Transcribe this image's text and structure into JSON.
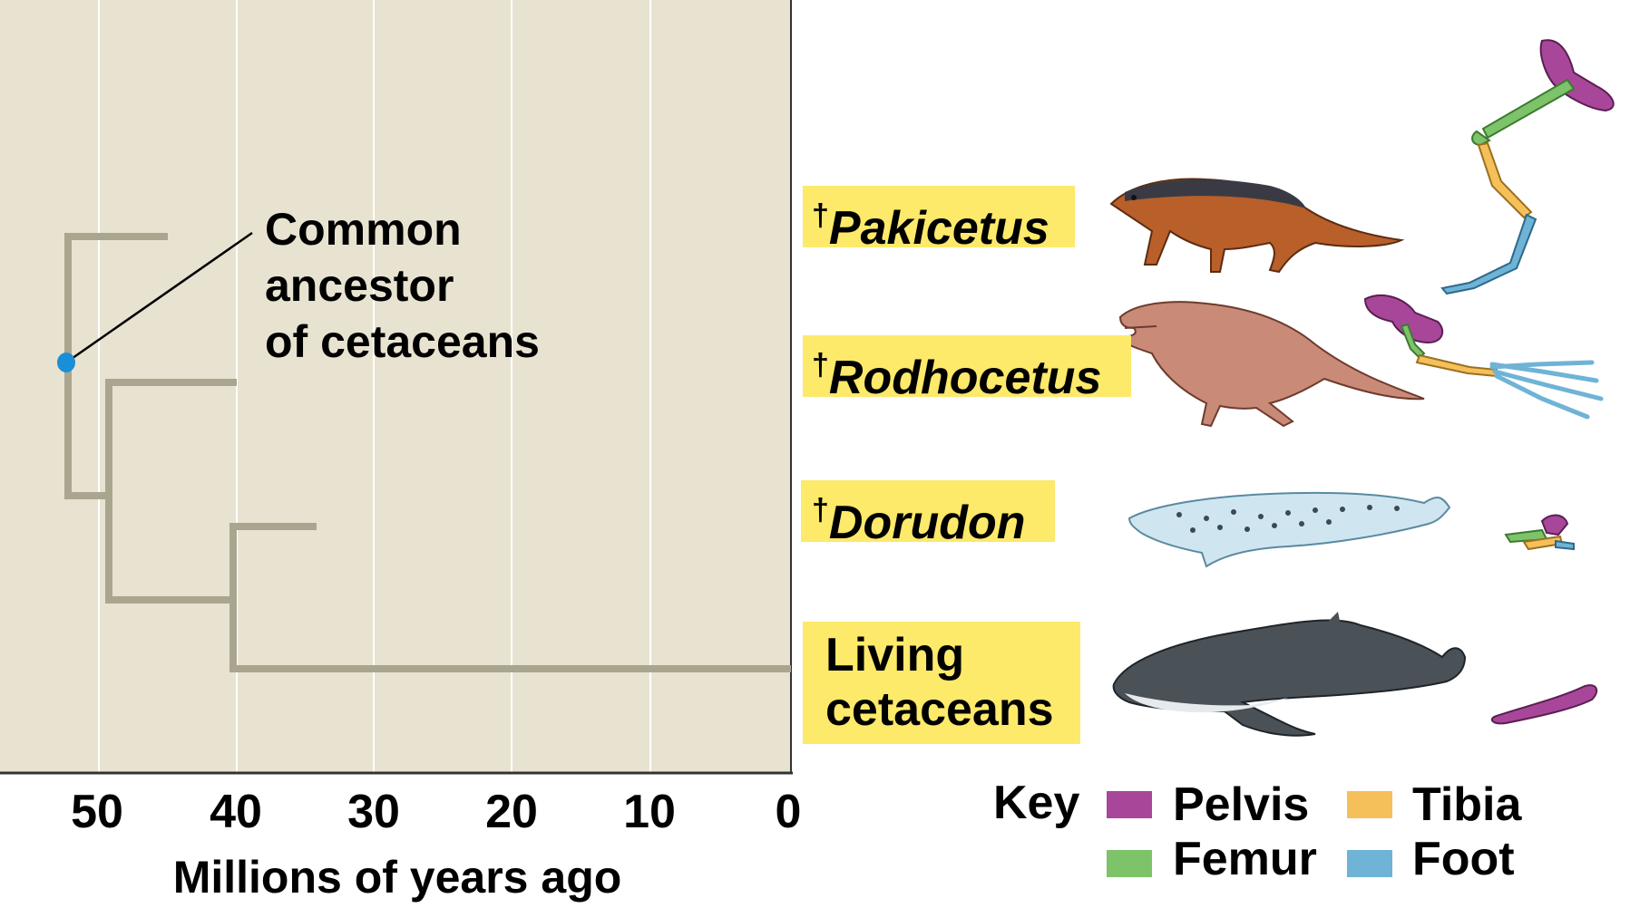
{
  "axis": {
    "title": "Millions of years ago",
    "ticks": [
      "50",
      "40",
      "30",
      "20",
      "10",
      "0"
    ]
  },
  "annotation": {
    "lines": [
      "Common",
      "ancestor",
      "of cetaceans"
    ]
  },
  "taxa": [
    {
      "dagger": "†",
      "name": "Pakicetus"
    },
    {
      "dagger": "†",
      "name": "Rodhocetus"
    },
    {
      "dagger": "†",
      "name": "Dorudon"
    },
    {
      "dagger": "",
      "name_lines": [
        "Living",
        "cetaceans"
      ]
    }
  ],
  "key": {
    "title": "Key",
    "items": [
      {
        "label": "Pelvis",
        "color": "#a8479a"
      },
      {
        "label": "Tibia",
        "color": "#f5c05a"
      },
      {
        "label": "Femur",
        "color": "#7cc36a"
      },
      {
        "label": "Foot",
        "color": "#6fb3d6"
      }
    ]
  },
  "colors": {
    "plot_bg": "#e8e3d1",
    "branch": "#aaa58f",
    "node": "#1a8ed6",
    "label_bg": "#fde96a"
  }
}
